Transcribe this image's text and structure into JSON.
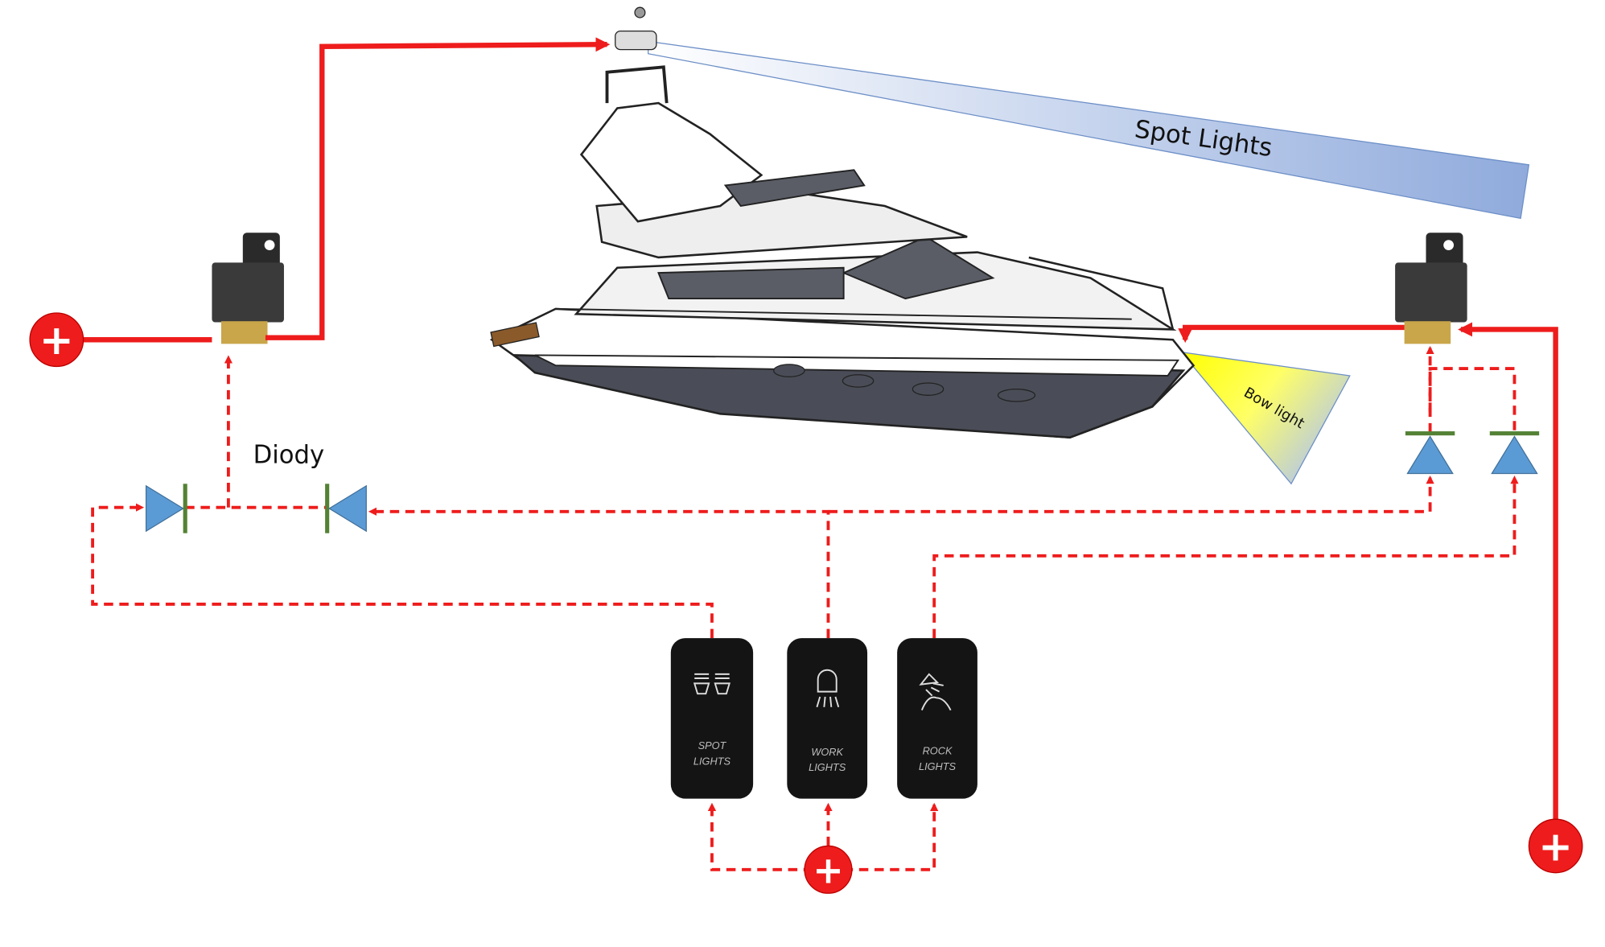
{
  "labels": {
    "spot_lights": "Spot Lights",
    "bow_light": "Bow light",
    "diodes": "Diody"
  },
  "switches": [
    {
      "line1": "SPOT",
      "line2": "LIGHTS",
      "icon": "spot-lights-icon"
    },
    {
      "line1": "WORK",
      "line2": "LIGHTS",
      "icon": "work-light-icon"
    },
    {
      "line1": "ROCK",
      "line2": "LIGHTS",
      "icon": "rock-light-icon"
    }
  ],
  "power_symbol": "+",
  "colors": {
    "wire": "#ee1c1c",
    "diode": "#5b9bd5",
    "diode_bar": "#548235",
    "beam": "#8faadc",
    "bow_beam": "#ffff33"
  }
}
